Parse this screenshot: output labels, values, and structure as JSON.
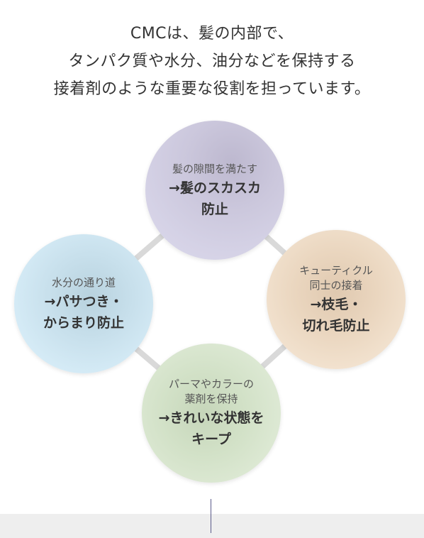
{
  "intro": {
    "line1": "CMCは、髪の内部で、",
    "line2": "タンパク質や水分、油分などを保持する",
    "line3": "接着剤のような重要な役割を担っています。"
  },
  "circles": {
    "top": {
      "small": "髪の隙間を満たす",
      "big1": "→髪のスカスカ",
      "big2": "防止",
      "color": "#d2cee3"
    },
    "left": {
      "small": "水分の通り道",
      "big1": "→パサつき・",
      "big2": "からまり防止",
      "color": "#d3eaf6"
    },
    "right": {
      "small1": "キューティクル",
      "small2": "同士の接着",
      "big1": "→枝毛・",
      "big2": "切れ毛防止",
      "color": "#f0dfcc"
    },
    "bottom": {
      "small1": "パーマやカラーの",
      "small2": "薬剤を保持",
      "big1": "→きれいな状態を",
      "big2": "キープ",
      "color": "#dae7d0"
    }
  },
  "colors": {
    "connector": "#d9d9d9",
    "footer_band": "#eeeeee",
    "footer_line": "#5a5a8a"
  }
}
